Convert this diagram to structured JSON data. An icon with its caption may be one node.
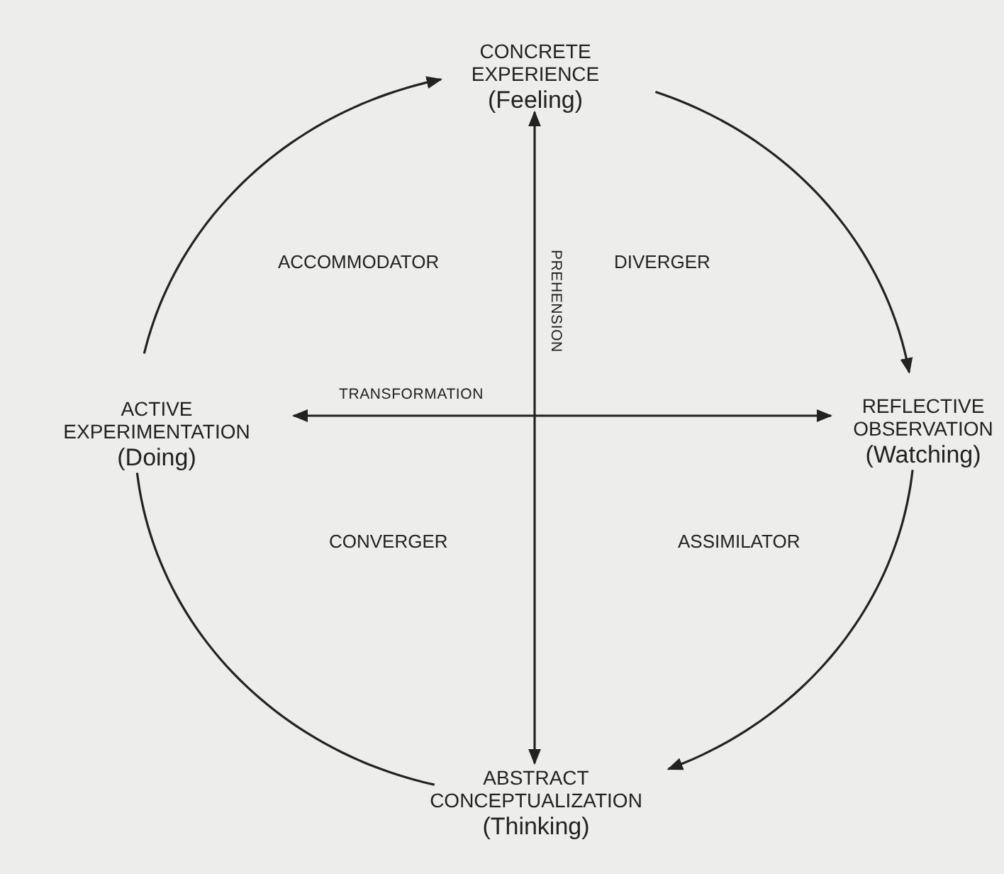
{
  "diagram": {
    "nodes": [
      {
        "text": [
          "CONCRETE EXPERIENCE",
          "(Feeling)"
        ]
      },
      {
        "text": [
          "REFLECTIVE OBSERVATION",
          "(Watching)"
        ]
      },
      {
        "text": [
          "ABSTRACT CONCEPTUALIZATION",
          "(Thinking)"
        ]
      },
      {
        "text": [
          "ACTIVE EXPERIMENTATION",
          "(Doing)"
        ]
      }
    ],
    "edges": [
      {
        "from": 0,
        "to": 1,
        "arrow": "to"
      },
      {
        "from": 1,
        "to": 2,
        "arrow": "to"
      },
      {
        "from": 2,
        "to": 3,
        "arrow": "none"
      },
      {
        "from": 3,
        "to": 0,
        "arrow": "to"
      },
      {
        "from": 2,
        "to": 0,
        "arrow": "both",
        "label": "PREHENSION"
      },
      {
        "from": 3,
        "to": 1,
        "arrow": "both",
        "label": "TRANSFORMATION"
      }
    ],
    "labels": [
      "ACCOMMODATOR",
      "DIVERGER",
      "CONVERGER",
      "ASSIMILATOR"
    ]
  }
}
